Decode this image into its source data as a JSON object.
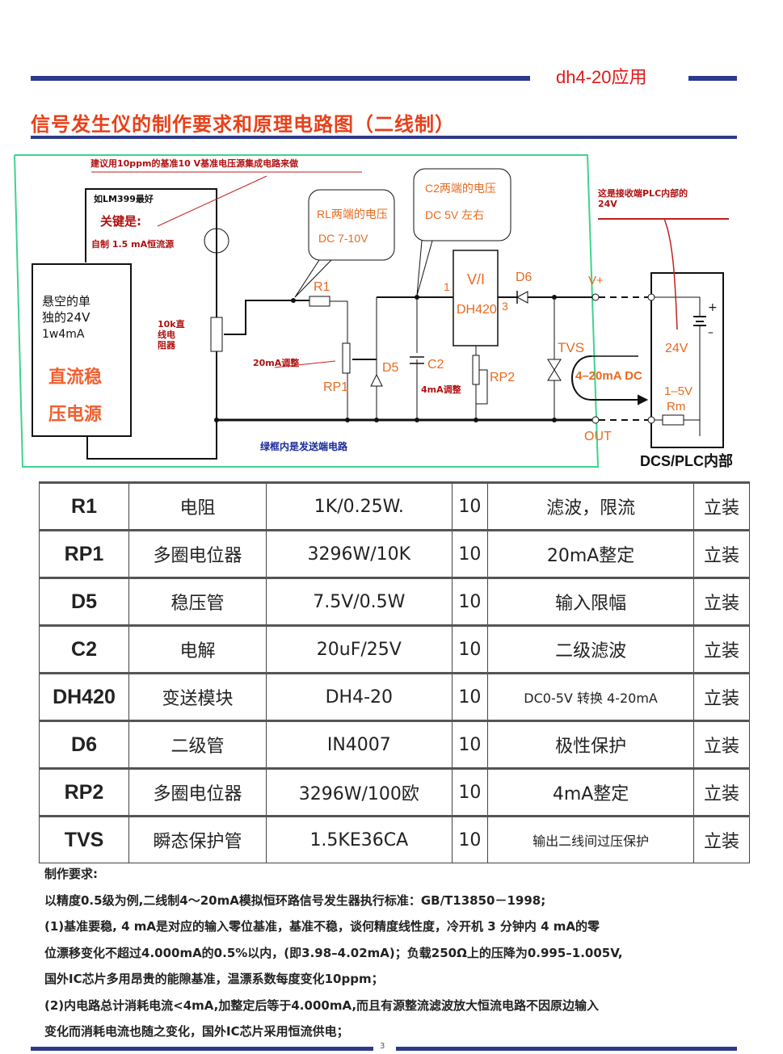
{
  "header": {
    "tag": "dh4-20应用",
    "title": "信号发生仪的制作要求和原理电路图（二线制）"
  },
  "circuit": {
    "note_top": "建议用10ppm的基准10 V基准电压源集成电路来做",
    "note_lm": "如LM399最好",
    "note_key": "关键是:",
    "note_cs": "自制 1.5 mA恒流源",
    "psu_line1": "悬空的单",
    "psu_line2": "独的24V",
    "psu_line3": "1w4mA",
    "psu_big1": "直流稳",
    "psu_big2": "压电源",
    "pot_label1": "10k直",
    "pot_label2": "线电",
    "pot_label3": "阻器",
    "callout1_l1": "RL两端的电压",
    "callout1_l2": "DC 7-10V",
    "callout2_l1": "C2两端的电压",
    "callout2_l2": "DC 5V 左右",
    "r1": "R1",
    "rp1": "RP1",
    "d5": "D5",
    "c2": "C2",
    "rp2": "RP2",
    "d6": "D6",
    "tvs": "TVS",
    "vi": "V/I",
    "dh420": "DH420",
    "pin1": "1",
    "pin3": "3",
    "adj20": "20mA调整",
    "adj4": "4mA调整",
    "vplus": "V+",
    "out": "OUT",
    "loop": "4–20mA DC",
    "plc_note1": "这是接收端PLC内部的",
    "plc_note2": "24V",
    "v24": "24V",
    "v15": "1–5V",
    "rm": "Rm",
    "plus": "+",
    "minus": "–",
    "dcs": "DCS/PLC内部",
    "green_note": "绿框内是发送端电路"
  },
  "table": [
    [
      "R1",
      "电阻",
      "1K/0.25W.",
      "10",
      "滤波，限流",
      "立装"
    ],
    [
      "RP1",
      "多圈电位器",
      "3296W/10K",
      "10",
      "20mA整定",
      "立装"
    ],
    [
      "D5",
      "稳压管",
      "7.5V/0.5W",
      "10",
      "输入限幅",
      "立装"
    ],
    [
      "C2",
      "电解",
      "20uF/25V",
      "10",
      "二级滤波",
      "立装"
    ],
    [
      "DH420",
      "变送模块",
      "DH4-20",
      "10",
      "DC0-5V 转换 4-20mA",
      "立装"
    ],
    [
      "D6",
      "二级管",
      "IN4007",
      "10",
      "极性保护",
      "立装"
    ],
    [
      "RP2",
      "多圈电位器",
      "3296W/100欧",
      "10",
      "4mA整定",
      "立装"
    ],
    [
      "TVS",
      "瞬态保护管",
      "1.5KE36CA",
      "10",
      "输出二线间过压保护",
      "立装"
    ]
  ],
  "requirements": [
    "制作要求:",
    "以精度0.5级为例,二线制4～20mA模拟恒环路信号发生器执行标准：GB/T13850－1998;",
    "(1)基准要稳, 4 mA是对应的输入零位基准，基准不稳，谈何精度线性度，冷开机 3 分钟内 4 mA的零",
    "位漂移变化不超过4.000mA的0.5%以内，(即3.98–4.02mA)；负载250Ω上的压降为0.995–1.005V,",
    "国外IC芯片多用昂贵的能隙基准，温漂系数每度变化10ppm；",
    "(2)内电路总计消耗电流<4mA,加整定后等于4.000mA,而且有源整流滤波放大恒流电路不因原边输入",
    "变化而消耗电流也随之变化，国外IC芯片采用恒流供电；"
  ],
  "page_number": "3"
}
